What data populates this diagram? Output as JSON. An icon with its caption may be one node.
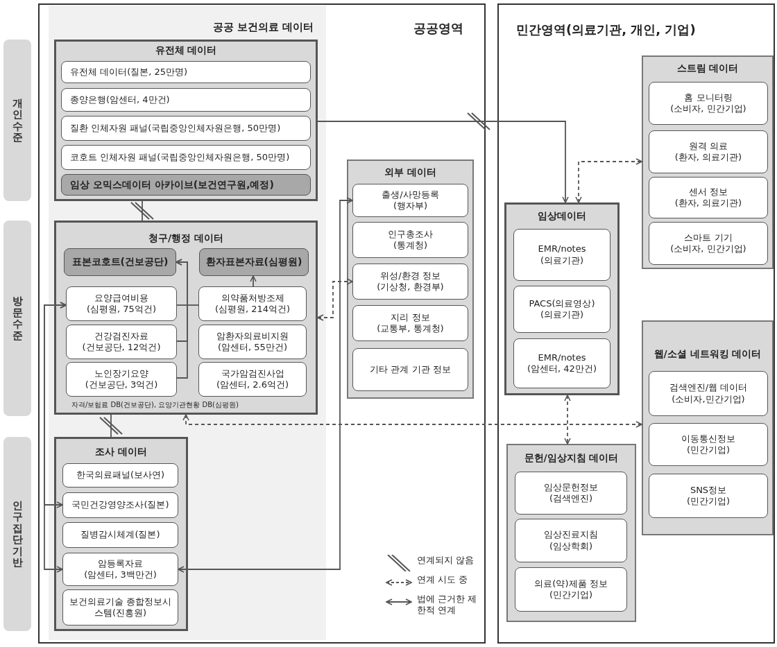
{
  "diagram": {
    "nodes": [
      {
        "text": [
          "공공영역"
        ]
      },
      {
        "text": [
          "공공 보건의료 데이터"
        ],
        "in": 0
      },
      {
        "text": [
          "유전체 데이터"
        ],
        "in": 1
      },
      {
        "text": [
          "유전체 데이터(질본, 25만명)"
        ],
        "in": 2
      },
      {
        "text": [
          "종양은행(암센터, 4만건)"
        ],
        "in": 2
      },
      {
        "text": [
          "질환 인체자원 패널(국립중앙인체자원은행, 50만명)"
        ],
        "in": 2
      },
      {
        "text": [
          "코호트 인체자원 패널(국립중앙인체자원은행, 50만명)"
        ],
        "in": 2
      },
      {
        "text": [
          "임상 오믹스데이터 아카이브(보건연구원,예정)"
        ],
        "in": 2
      },
      {
        "text": [
          "청구/행정 데이터",
          "자격/보험료 DB(건보공단), 요양기관현황 DB(심평원)"
        ],
        "in": 1
      },
      {
        "text": [
          "표본코호트(건보공단)"
        ],
        "in": 8
      },
      {
        "text": [
          "환자표본자료(심평원)"
        ],
        "in": 8
      },
      {
        "text": [
          "요양급여비용",
          "(심평원, 75억건)"
        ],
        "in": 8
      },
      {
        "text": [
          "건강검진자료",
          "(건보공단, 12억건)"
        ],
        "in": 8
      },
      {
        "text": [
          "노인장기요양",
          "(건보공단, 3억건)"
        ],
        "in": 8
      },
      {
        "text": [
          "의약품처방조제",
          "(심평원, 214억건)"
        ],
        "in": 8
      },
      {
        "text": [
          "암환자의료비지원",
          "(암센터, 55만건)"
        ],
        "in": 8
      },
      {
        "text": [
          "국가암검진사업",
          "(암센터, 2.6억건)"
        ],
        "in": 8
      },
      {
        "text": [
          "조사 데이터"
        ],
        "in": 1
      },
      {
        "text": [
          "한국의료패널(보사연)"
        ],
        "in": 17
      },
      {
        "text": [
          "국민건강영양조사(질본)"
        ],
        "in": 17
      },
      {
        "text": [
          "질병감시체계(질본)"
        ],
        "in": 17
      },
      {
        "text": [
          "암등록자료",
          "(암센터, 3백만건)"
        ],
        "in": 17
      },
      {
        "text": [
          "보건의료기술 종합정보시스템(진흥원)"
        ],
        "in": 17
      },
      {
        "text": [
          "외부 데이터"
        ],
        "in": 0
      },
      {
        "text": [
          "출생/사망등록",
          "(행자부)"
        ],
        "in": 23
      },
      {
        "text": [
          "인구총조사",
          "(통계청)"
        ],
        "in": 23
      },
      {
        "text": [
          "위성/환경 정보",
          "(기상청, 환경부)"
        ],
        "in": 23
      },
      {
        "text": [
          "지리 정보",
          "(교통부, 통계청)"
        ],
        "in": 23
      },
      {
        "text": [
          "기타 관계 기관 정보"
        ],
        "in": 23
      },
      {
        "text": [
          "민간영역(의료기관, 개인, 기업)"
        ]
      },
      {
        "text": [
          "임상데이터"
        ],
        "in": 29
      },
      {
        "text": [
          "EMR/notes",
          "(의료기관)"
        ],
        "in": 30
      },
      {
        "text": [
          "PACS(의료영상)",
          "(의료기관)"
        ],
        "in": 30
      },
      {
        "text": [
          "EMR/notes",
          "(암센터, 42만건)"
        ],
        "in": 30
      },
      {
        "text": [
          "스트림 데이터"
        ],
        "in": 29
      },
      {
        "text": [
          "홈 모니터링",
          "(소비자, 민간기업)"
        ],
        "in": 34
      },
      {
        "text": [
          "원격 의료",
          "(환자, 의료기관)"
        ],
        "in": 34
      },
      {
        "text": [
          "센서 정보",
          "(환자, 의료기관)"
        ],
        "in": 34
      },
      {
        "text": [
          "스마트 기기",
          "(소비자, 민간기업)"
        ],
        "in": 34
      },
      {
        "text": [
          "웹/소셜 네트워킹 데이터"
        ],
        "in": 29
      },
      {
        "text": [
          "검색엔진/웹 데이터",
          "(소비자,민간기업)"
        ],
        "in": 39
      },
      {
        "text": [
          "이동통신정보",
          "(민간기업)"
        ],
        "in": 39
      },
      {
        "text": [
          "SNS정보",
          "(민간기업)"
        ],
        "in": 39
      },
      {
        "text": [
          "문헌/임상지침 데이터"
        ],
        "in": 29
      },
      {
        "text": [
          "임상문헌정보",
          "(검색엔진)"
        ],
        "in": 43
      },
      {
        "text": [
          "임상진료지침",
          "(임상학회)"
        ],
        "in": 43
      },
      {
        "text": [
          "의료(약)제품 정보",
          "(민간기업)"
        ],
        "in": 43
      },
      {
        "text": [
          "개인수준"
        ]
      },
      {
        "text": [
          "방문수준"
        ]
      },
      {
        "text": [
          "인구집단기반"
        ]
      }
    ],
    "edges": [
      {
        "from": 2,
        "to": 30,
        "arrow": "to"
      },
      {
        "from": 30,
        "to": 34,
        "arrow": "both",
        "style": "dashed"
      },
      {
        "from": 2,
        "to": 8,
        "arrow": "none"
      },
      {
        "from": 8,
        "to": 17,
        "arrow": "none"
      },
      {
        "from": 11,
        "to": 14,
        "arrow": "none"
      },
      {
        "from": 12,
        "to": 9,
        "arrow": "to"
      },
      {
        "from": 13,
        "to": 9,
        "arrow": "to"
      },
      {
        "from": 14,
        "to": 10,
        "arrow": "to"
      },
      {
        "from": 11,
        "to": 19,
        "arrow": "both"
      },
      {
        "from": 11,
        "to": 21,
        "arrow": "both"
      },
      {
        "from": 21,
        "to": 24,
        "arrow": "both"
      },
      {
        "from": 8,
        "to": 26,
        "arrow": "both",
        "style": "dashed"
      },
      {
        "from": 8,
        "to": 39,
        "arrow": "both",
        "style": "dashed"
      },
      {
        "from": 30,
        "to": 43,
        "arrow": "both",
        "style": "dashed"
      }
    ],
    "legend": [
      {
        "text": "연계되지 않음"
      },
      {
        "text": "연계 시도 중"
      },
      {
        "text": "법에 근거한 제한적 연계"
      }
    ]
  }
}
